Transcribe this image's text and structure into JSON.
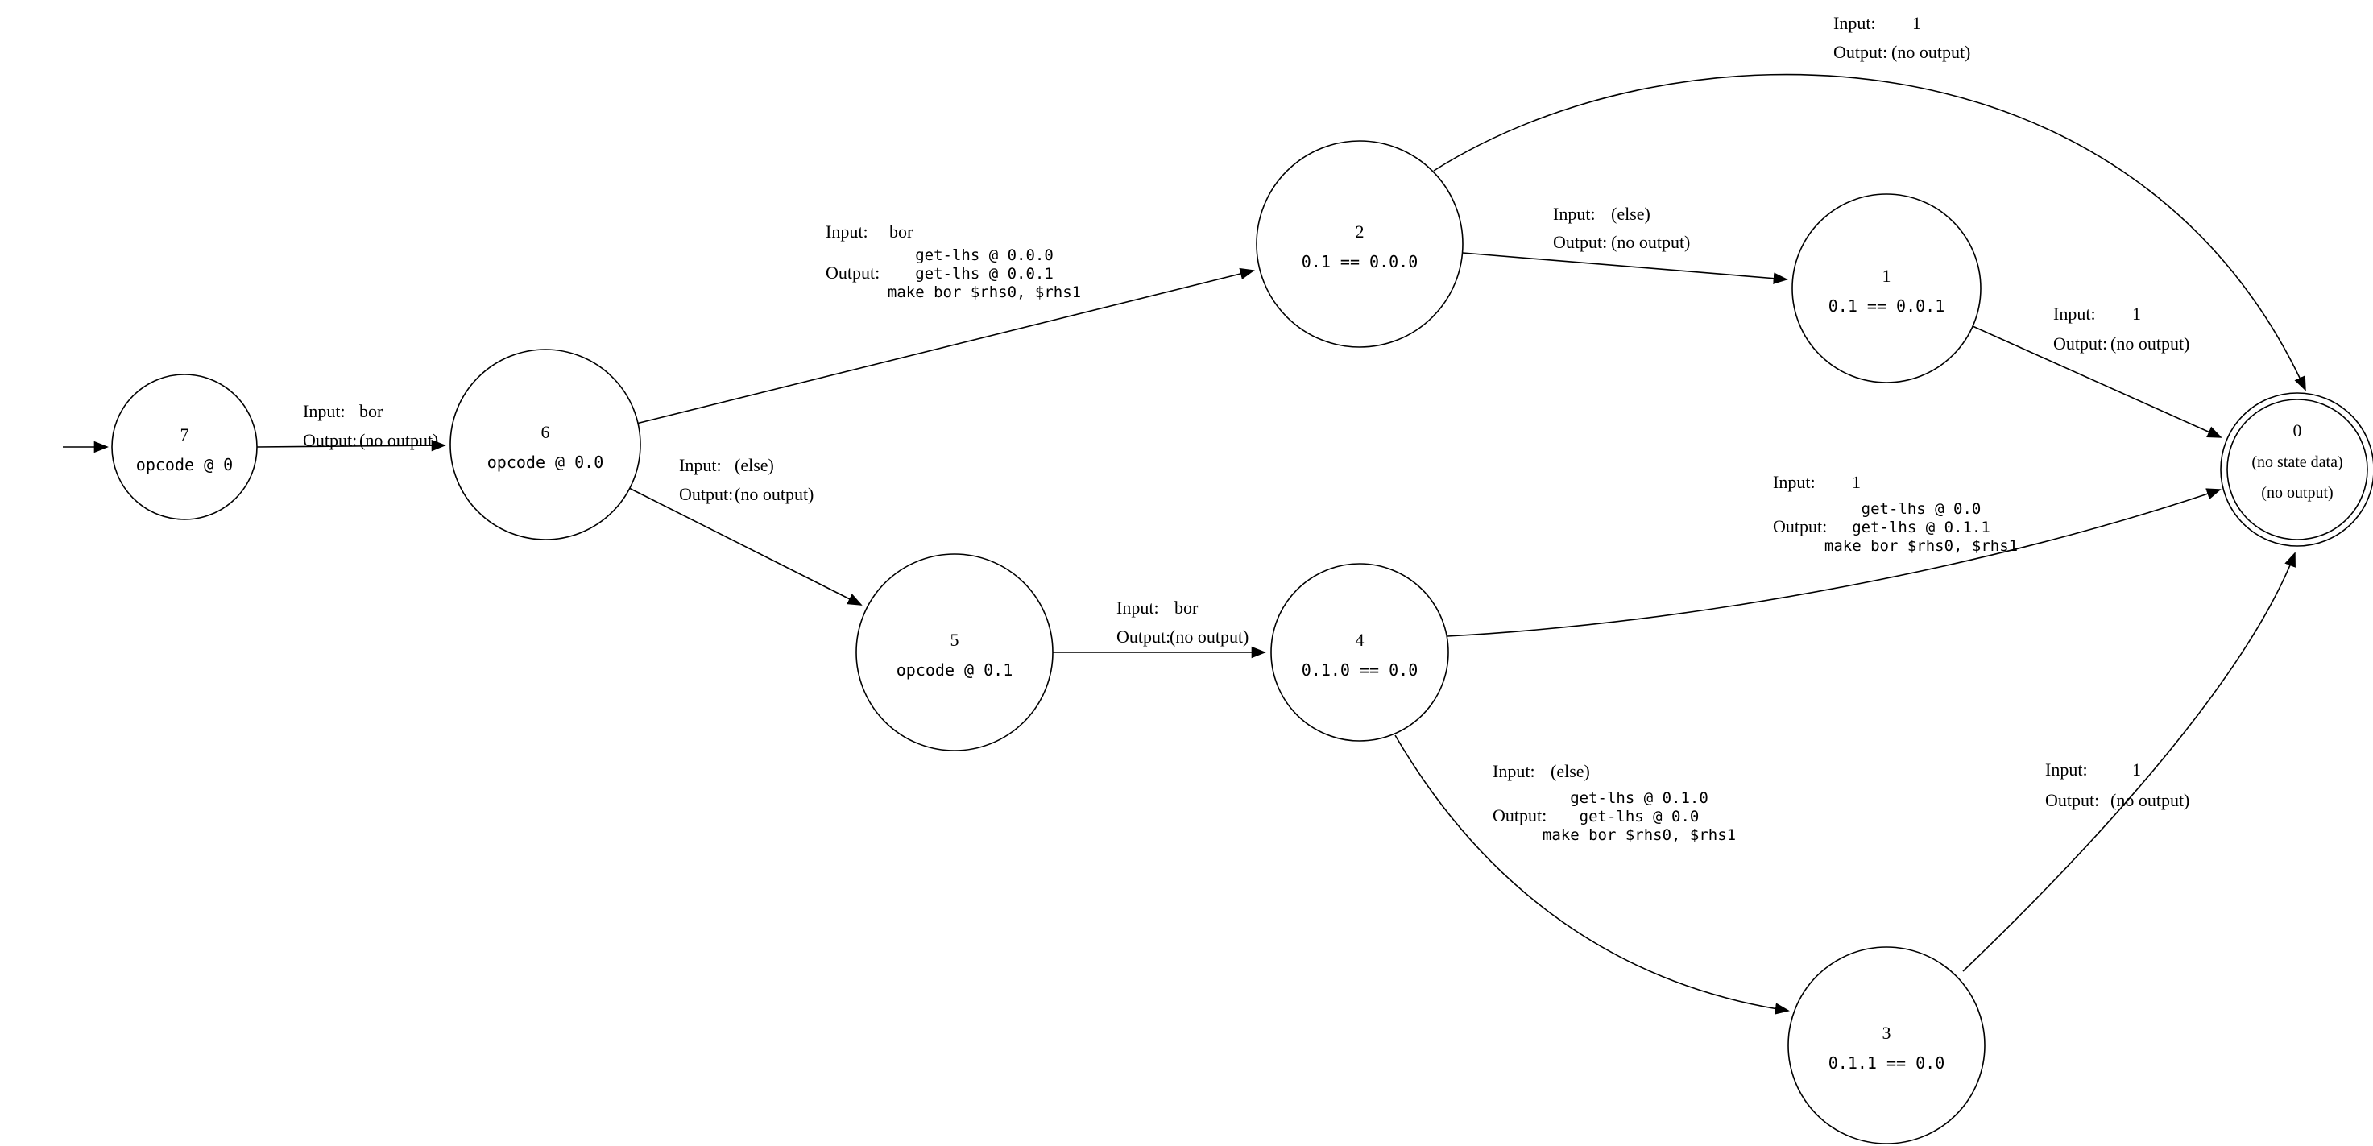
{
  "diagram": {
    "labels": {
      "input": "Input:",
      "output": "Output:"
    },
    "states": {
      "s7": {
        "id": "7",
        "data": "opcode @ 0"
      },
      "s6": {
        "id": "6",
        "data": "opcode @ 0.0"
      },
      "s5": {
        "id": "5",
        "data": "opcode @ 0.1"
      },
      "s4": {
        "id": "4",
        "data": "0.1.0 == 0.0"
      },
      "s3": {
        "id": "3",
        "data": "0.1.1 == 0.0"
      },
      "s2": {
        "id": "2",
        "data": "0.1 == 0.0.0"
      },
      "s1": {
        "id": "1",
        "data": "0.1 == 0.0.1"
      },
      "s0": {
        "id": "0",
        "line1": "(no state data)",
        "line2": "(no output)"
      }
    },
    "edges": {
      "e7_6": {
        "input": "bor",
        "output": "(no output)"
      },
      "e6_2": {
        "input": "bor",
        "output_lines": [
          "get-lhs @ 0.0.0",
          "get-lhs @ 0.0.1",
          "make bor $rhs0, $rhs1"
        ]
      },
      "e6_5": {
        "input": "(else)",
        "output": "(no output)"
      },
      "e2_0": {
        "input": "1",
        "output": "(no output)"
      },
      "e2_1": {
        "input": "(else)",
        "output": "(no output)"
      },
      "e1_0": {
        "input": "1",
        "output": "(no output)"
      },
      "e5_4": {
        "input": "bor",
        "output": "(no output)"
      },
      "e4_0": {
        "input": "1",
        "output_lines": [
          "get-lhs @ 0.0",
          "get-lhs @ 0.1.1",
          "make bor $rhs0, $rhs1"
        ]
      },
      "e4_3": {
        "input": "(else)",
        "output_lines": [
          "get-lhs @ 0.1.0",
          "get-lhs @ 0.0",
          "make bor $rhs0, $rhs1"
        ]
      },
      "e3_0": {
        "input": "1",
        "output": "(no output)"
      }
    }
  }
}
